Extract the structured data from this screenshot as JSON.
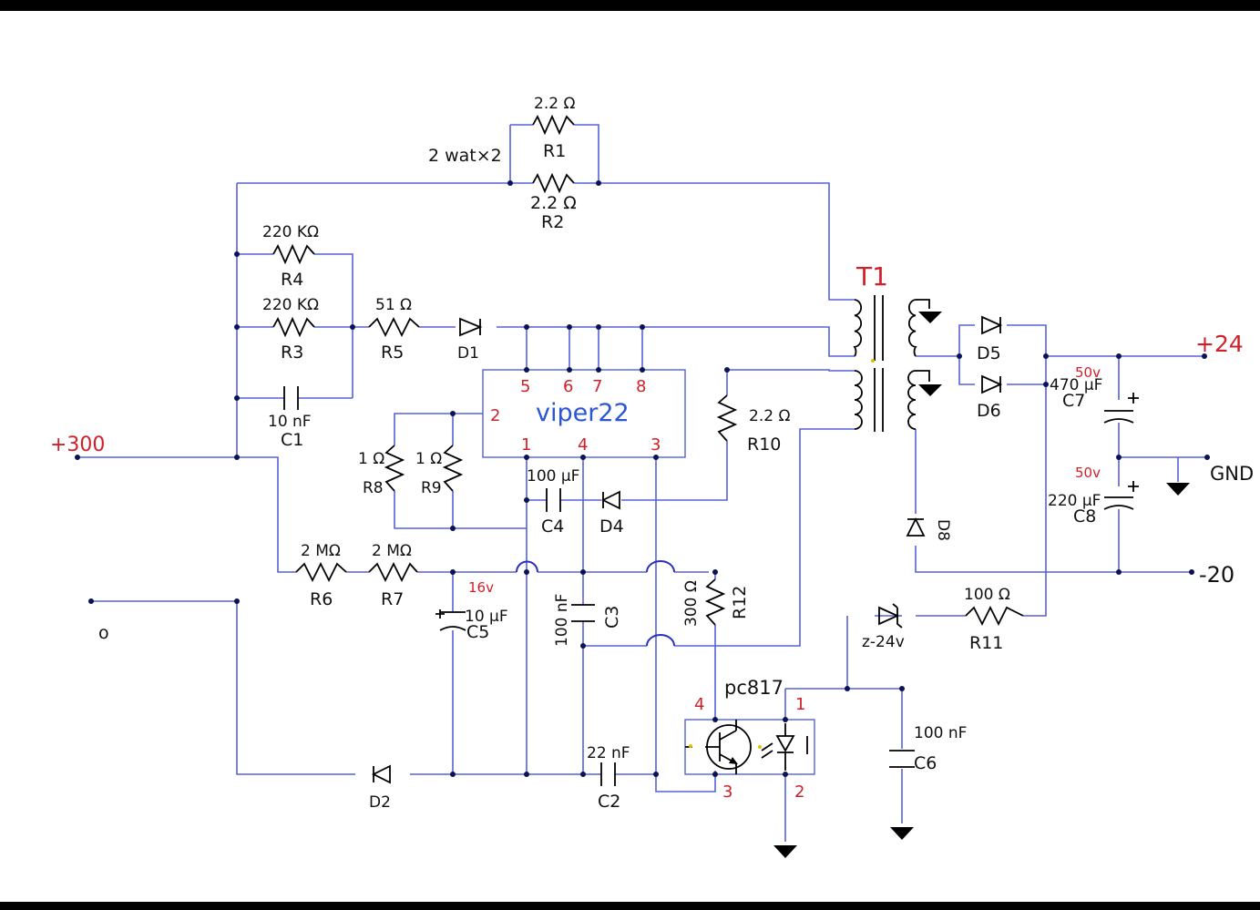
{
  "terminals": {
    "in_pos": "+300",
    "in_neg": "o",
    "out_pos": "+24",
    "gnd": "GND",
    "out_neg": "-20"
  },
  "ic": {
    "name": "viper22",
    "pins": [
      "5",
      "6",
      "7",
      "8",
      "2",
      "1",
      "4",
      "3"
    ]
  },
  "transformer": {
    "name": "T1"
  },
  "optocoupler": {
    "name": "pc817",
    "pins": [
      "4",
      "1",
      "3",
      "2"
    ]
  },
  "resistors": {
    "R1": {
      "ref": "R1",
      "value": "2.2 Ω"
    },
    "R2": {
      "ref": "R2",
      "value": "2.2 Ω"
    },
    "R1R2_note": "2 wat×2",
    "R3": {
      "ref": "R3",
      "value": "220 KΩ"
    },
    "R4": {
      "ref": "R4",
      "value": "220 KΩ"
    },
    "R5": {
      "ref": "R5",
      "value": "51 Ω"
    },
    "R6": {
      "ref": "R6",
      "value": "2 MΩ"
    },
    "R7": {
      "ref": "R7",
      "value": "2 MΩ"
    },
    "R8": {
      "ref": "R8",
      "value": "1 Ω"
    },
    "R9": {
      "ref": "R9",
      "value": "1 Ω"
    },
    "R10": {
      "ref": "R10",
      "value": "2.2 Ω"
    },
    "R11": {
      "ref": "R11",
      "value": "100 Ω"
    },
    "R12": {
      "ref": "R12",
      "value": "300 Ω"
    }
  },
  "capacitors": {
    "C1": {
      "ref": "C1",
      "value": "10 nF"
    },
    "C2": {
      "ref": "C2",
      "value": "22 nF"
    },
    "C3": {
      "ref": "C3",
      "value": "100 nF"
    },
    "C4": {
      "ref": "C4",
      "value": "100 µF"
    },
    "C5": {
      "ref": "C5",
      "value": "10 µF",
      "volt": "16v"
    },
    "C6": {
      "ref": "C6",
      "value": "100 nF"
    },
    "C7": {
      "ref": "C7",
      "value": "470 µF",
      "volt": "50v"
    },
    "C8": {
      "ref": "C8",
      "value": "220 µF",
      "volt": "50v"
    }
  },
  "diodes": {
    "D1": "D1",
    "D2": "D2",
    "D4": "D4",
    "D5": "D5",
    "D6": "D6",
    "D8": "D8",
    "Z": "z-24v"
  },
  "colors": {
    "wire": "#5661d8",
    "pin_label": "#d1202a",
    "ic_name": "#2b55d3"
  }
}
